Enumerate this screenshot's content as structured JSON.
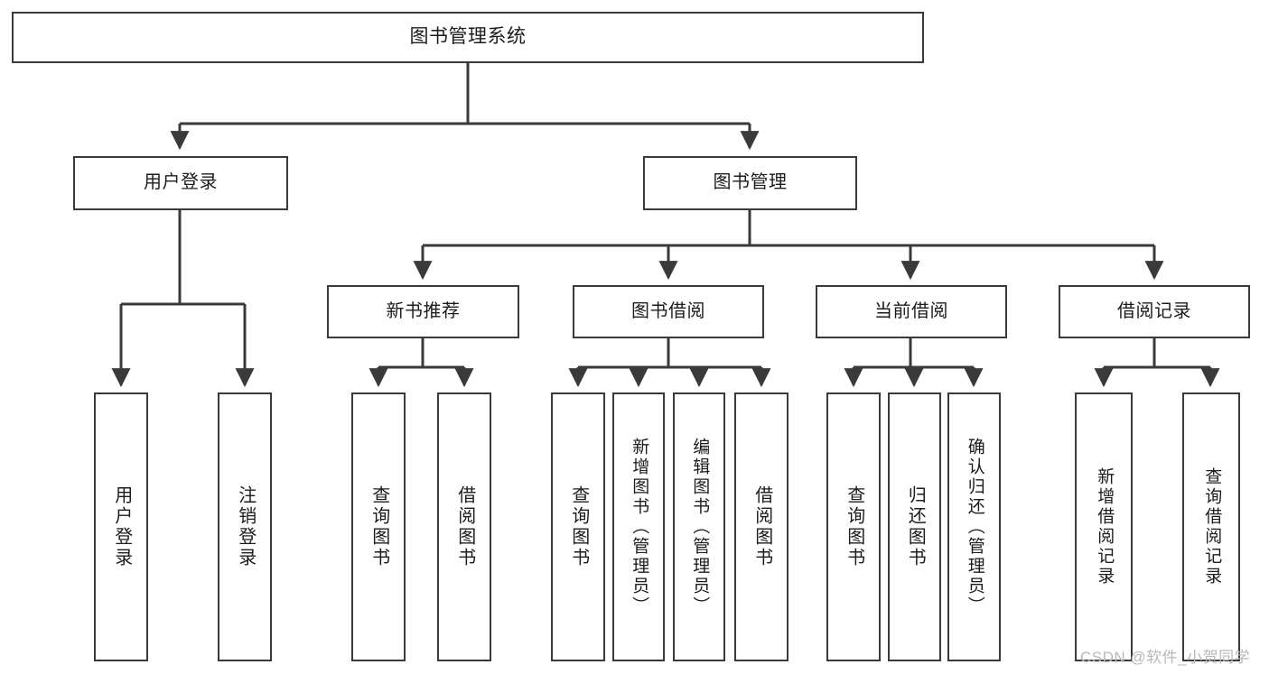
{
  "diagram": {
    "type": "tree-hierarchy",
    "title": "图书管理系统",
    "root": {
      "id": "root",
      "label": "图书管理系统"
    },
    "level2": [
      {
        "id": "user-login",
        "label": "用户登录"
      },
      {
        "id": "book-manage",
        "label": "图书管理"
      }
    ],
    "level3": [
      {
        "id": "new-book-recommend",
        "label": "新书推荐",
        "parent": "book-manage"
      },
      {
        "id": "book-borrow",
        "label": "图书借阅",
        "parent": "book-manage"
      },
      {
        "id": "current-borrow",
        "label": "当前借阅",
        "parent": "book-manage"
      },
      {
        "id": "borrow-record",
        "label": "借阅记录",
        "parent": "book-manage"
      }
    ],
    "leaves": [
      {
        "id": "leaf-user-login",
        "label": "用户登录",
        "parent": "user-login"
      },
      {
        "id": "leaf-logout",
        "label": "注销登录",
        "parent": "user-login"
      },
      {
        "id": "leaf-query-book-1",
        "label": "查询图书",
        "parent": "new-book-recommend"
      },
      {
        "id": "leaf-borrow-book-1",
        "label": "借阅图书",
        "parent": "new-book-recommend"
      },
      {
        "id": "leaf-query-book-2",
        "label": "查询图书",
        "parent": "book-borrow"
      },
      {
        "id": "leaf-add-book",
        "label": "新增图书（管理员）",
        "parent": "book-borrow"
      },
      {
        "id": "leaf-edit-book",
        "label": "编辑图书（管理员）",
        "parent": "book-borrow"
      },
      {
        "id": "leaf-borrow-book-2",
        "label": "借阅图书",
        "parent": "book-borrow"
      },
      {
        "id": "leaf-query-book-3",
        "label": "查询图书",
        "parent": "current-borrow"
      },
      {
        "id": "leaf-return-book",
        "label": "归还图书",
        "parent": "current-borrow"
      },
      {
        "id": "leaf-confirm-return",
        "label": "确认归还（管理员）",
        "parent": "current-borrow"
      },
      {
        "id": "leaf-add-record",
        "label": "新增借阅记录",
        "parent": "borrow-record"
      },
      {
        "id": "leaf-query-record",
        "label": "查询借阅记录",
        "parent": "borrow-record"
      }
    ],
    "colors": {
      "stroke": "#3a3a3a",
      "fill": "#ffffff",
      "text": "#1c1c1c",
      "watermark": "#b9b9b9"
    }
  },
  "watermark": {
    "text": "CSDN @软件_小贺同学"
  }
}
